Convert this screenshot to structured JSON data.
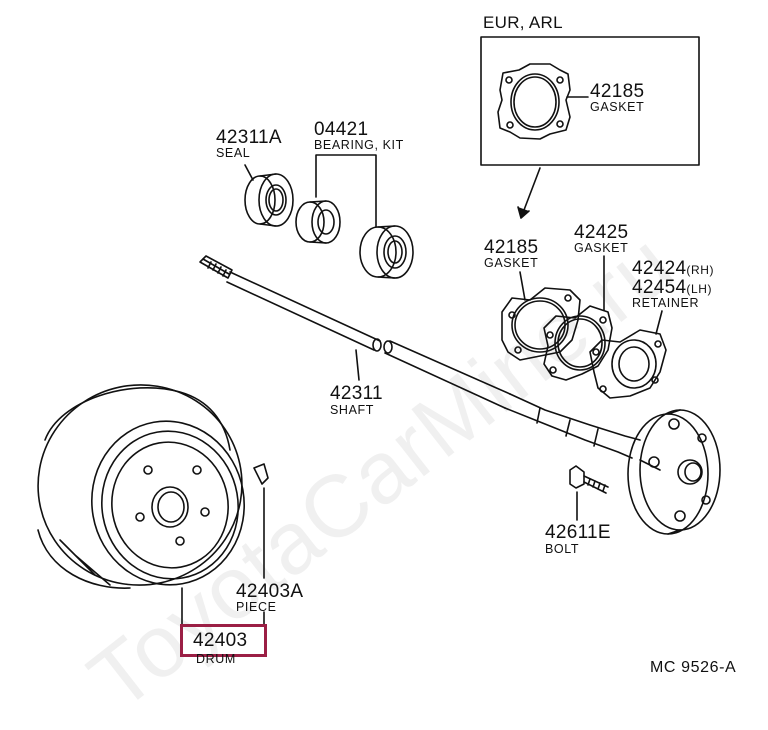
{
  "inset": {
    "title": "EUR, ARL"
  },
  "parts": {
    "gasket_inset": {
      "number": "42185",
      "name": "GASKET"
    },
    "seal": {
      "number": "42311A",
      "name": "SEAL"
    },
    "bearing": {
      "number": "04421",
      "name": "BEARING, KIT"
    },
    "gasket_left": {
      "number": "42185",
      "name": "GASKET"
    },
    "gasket_right": {
      "number": "42425",
      "name": "GASKET"
    },
    "retainer": {
      "number_rh": "42424",
      "suffix_rh": "(RH)",
      "number_lh": "42454",
      "suffix_lh": "(LH)",
      "name": "RETAINER"
    },
    "shaft": {
      "number": "42311",
      "name": "SHAFT"
    },
    "bolt": {
      "number": "42611E",
      "name": "BOLT"
    },
    "piece": {
      "number": "42403A",
      "name": "PIECE"
    },
    "drum": {
      "number": "42403",
      "name": "DRUM"
    }
  },
  "diagram_code": "MC 9526-A",
  "watermark": "ToyotaCarMine.ru",
  "colors": {
    "highlight": "#9b1f45",
    "line": "#111111"
  }
}
